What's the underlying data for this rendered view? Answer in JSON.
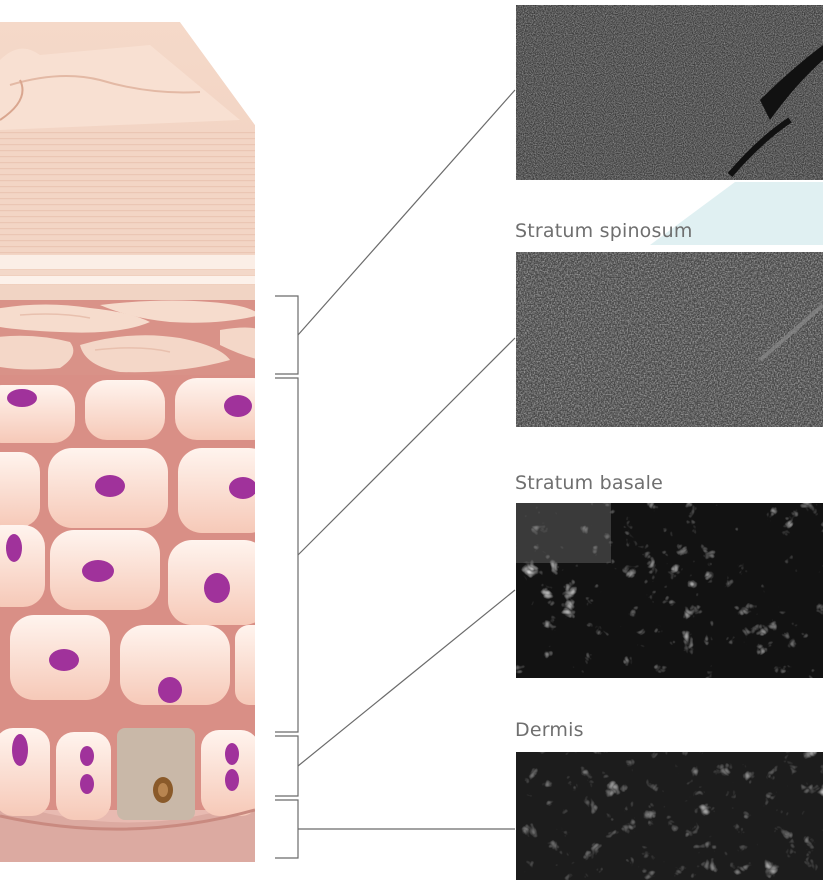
{
  "labels": {
    "spinosum": "Stratum spinosum",
    "basale": "Stratum basale",
    "dermis": "Dermis"
  },
  "colors": {
    "stratum_corneum": "#f2d4c4",
    "cell_fill": "#fbe6da",
    "cell_border": "#d98f86",
    "nucleus": "#a0329b",
    "melanocyte": "#c9b8a8",
    "dermis": "#e7b8b0",
    "micrograph_dark": "#1a1a1a",
    "micrograph_light": "#d9d9d9",
    "connector": "#6b6b6b"
  },
  "icons": {
    "skin_section": "skin-cross-section-illustration",
    "micrograph": "confocal-microscopy-image"
  }
}
